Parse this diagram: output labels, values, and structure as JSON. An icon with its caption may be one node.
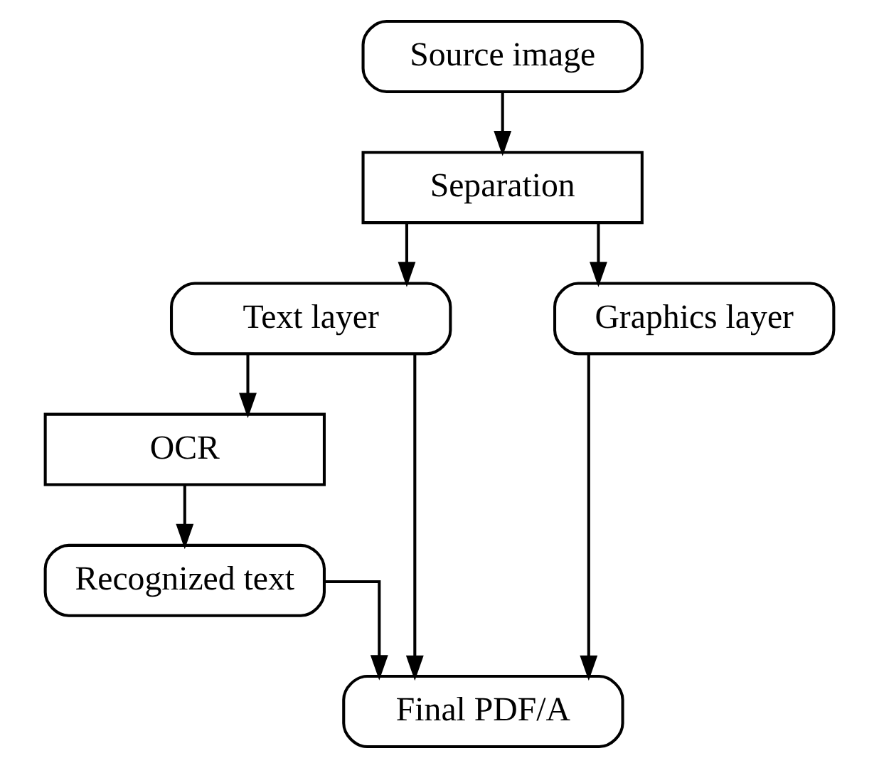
{
  "diagram": {
    "nodes": [
      {
        "text": [
          "Source image"
        ]
      },
      {
        "text": [
          "Separation"
        ]
      },
      {
        "text": [
          "Text layer"
        ]
      },
      {
        "text": [
          "Graphics layer"
        ]
      },
      {
        "text": [
          "OCR"
        ]
      },
      {
        "text": [
          "Recognized text"
        ]
      },
      {
        "text": [
          "Final PDF/A"
        ]
      }
    ],
    "edges": [
      {
        "from": 0,
        "to": 1,
        "arrow": "to"
      },
      {
        "from": 1,
        "to": 2,
        "arrow": "to"
      },
      {
        "from": 1,
        "to": 3,
        "arrow": "to"
      },
      {
        "from": 2,
        "to": 4,
        "arrow": "to"
      },
      {
        "from": 4,
        "to": 5,
        "arrow": "to"
      },
      {
        "from": 5,
        "to": 6,
        "arrow": "to"
      },
      {
        "from": 2,
        "to": 6,
        "arrow": "to"
      },
      {
        "from": 3,
        "to": 6,
        "arrow": "to"
      }
    ]
  }
}
